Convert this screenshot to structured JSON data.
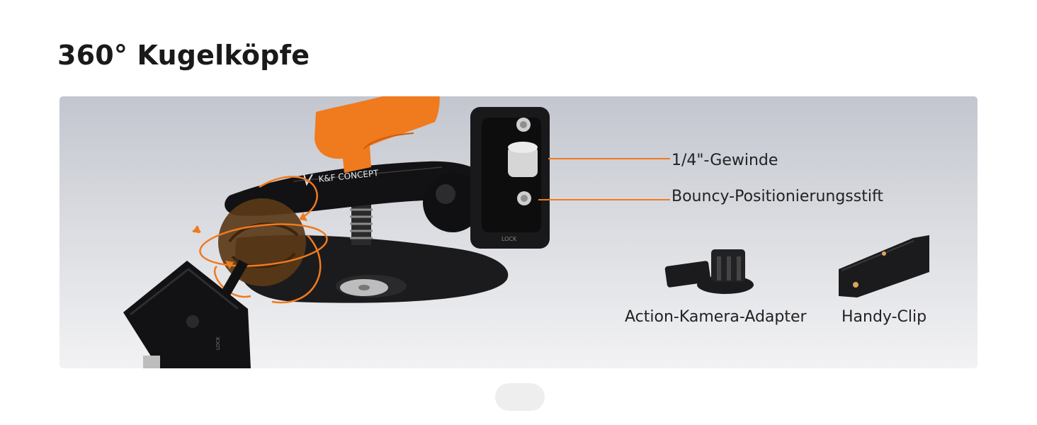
{
  "page": {
    "title": "360° Kugelköpfe"
  },
  "product": {
    "brand": "K&F CONCEPT",
    "lock_text": "LOCK"
  },
  "callouts": {
    "thread": "1/4\"-Gewinde",
    "pin": "Bouncy-Positionierungsstift"
  },
  "accessories": [
    {
      "label": "Action-Kamera-Adapter",
      "icon": "action-camera-adapter-icon"
    },
    {
      "label": "Handy-Clip",
      "icon": "phone-clip-icon"
    }
  ],
  "colors": {
    "accent": "#f07a1e",
    "body": "#1b1b1d",
    "metal": "#c8c8c8"
  },
  "pagination": {
    "current": 1
  }
}
